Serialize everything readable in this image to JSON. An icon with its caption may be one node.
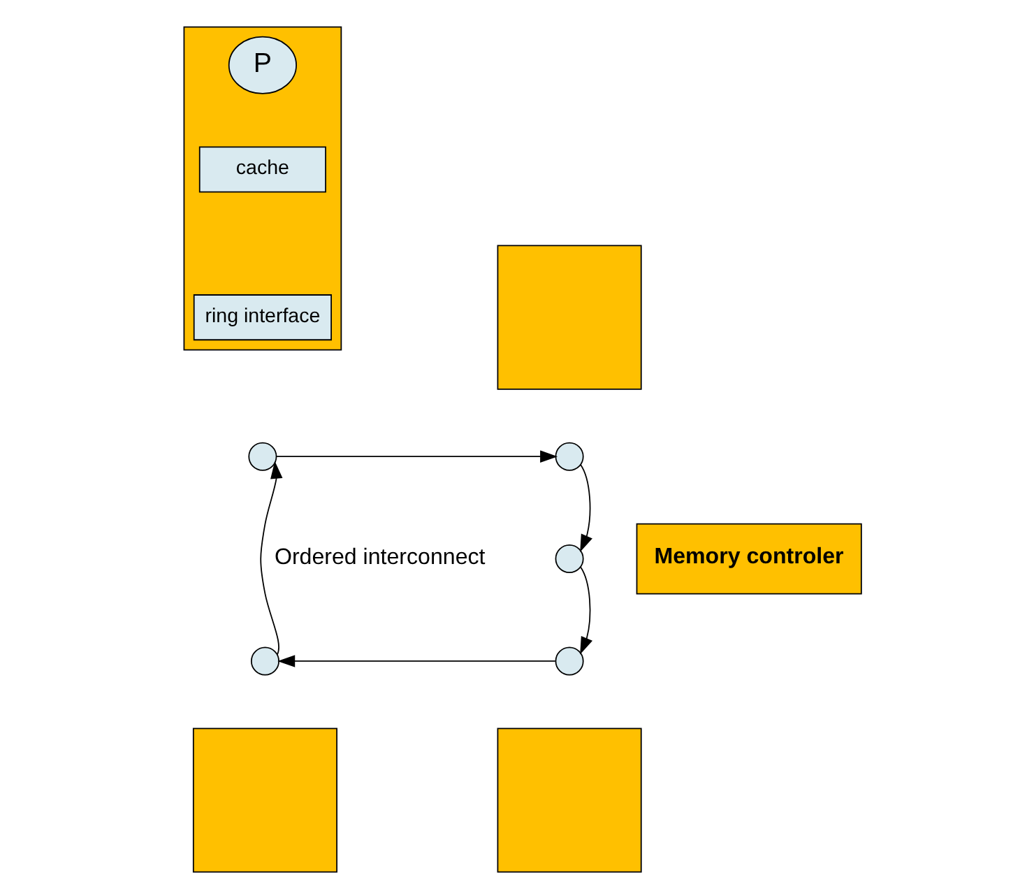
{
  "diagram": {
    "nodes": [
      {
        "text": [],
        "shape": "box"
      },
      {
        "text": [
          "P"
        ],
        "in": 0
      },
      {
        "text": [
          "cache"
        ],
        "in": 0
      },
      {
        "text": [
          "ring interface"
        ],
        "in": 0
      },
      {
        "text": [],
        "shape": "circle"
      },
      {
        "text": [],
        "shape": "box"
      },
      {
        "text": [],
        "shape": "circle"
      },
      {
        "text": [
          "Memory controler"
        ]
      },
      {
        "text": [],
        "shape": "circle"
      },
      {
        "text": [],
        "shape": "box"
      },
      {
        "text": [],
        "shape": "circle"
      },
      {
        "text": [],
        "shape": "box"
      },
      {
        "text": [],
        "shape": "circle"
      }
    ],
    "edges": [
      {
        "from": 4,
        "to": 6,
        "arrow": "to"
      },
      {
        "from": 6,
        "to": 8,
        "arrow": "to"
      },
      {
        "from": 8,
        "to": 12,
        "arrow": "to"
      },
      {
        "from": 12,
        "to": 10,
        "arrow": "to"
      },
      {
        "from": 10,
        "to": 4,
        "arrow": "to"
      }
    ],
    "labels": [
      "Ordered interconnect"
    ]
  }
}
